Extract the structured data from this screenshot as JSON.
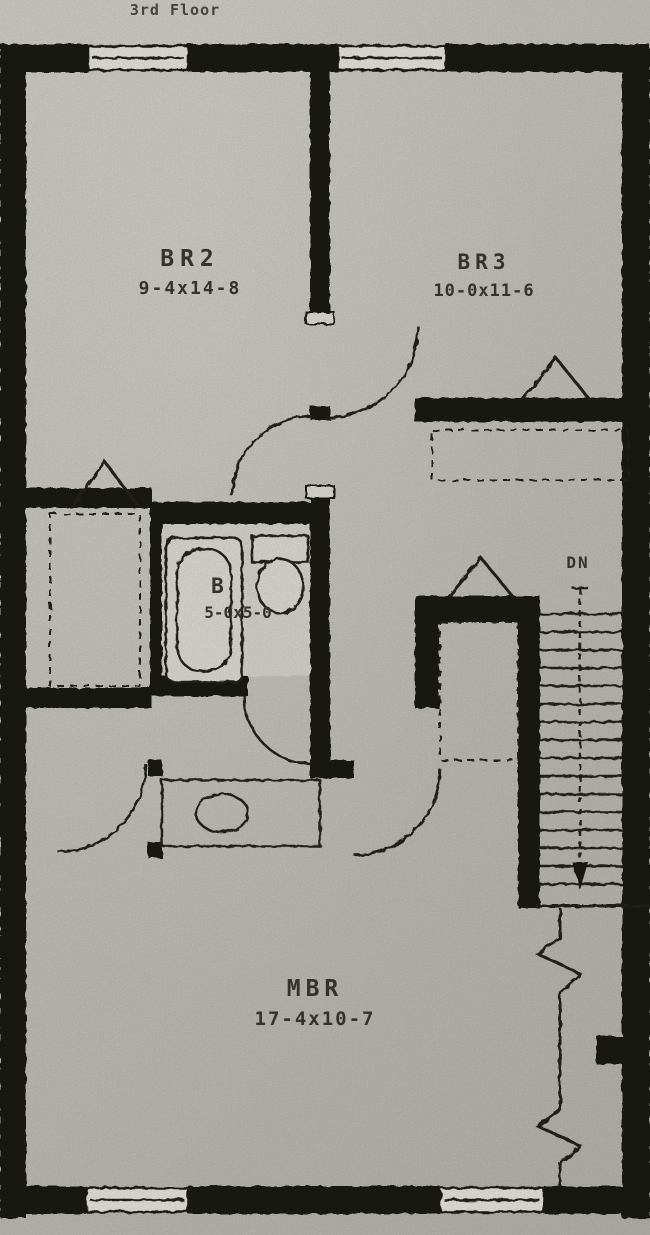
{
  "page": {
    "floor_label": "3rd Floor"
  },
  "rooms": {
    "br2": {
      "name": "BR2",
      "dims": "9-4x14-8"
    },
    "br3": {
      "name": "BR3",
      "dims": "10-0x11-6"
    },
    "bath": {
      "name": "B",
      "dims": "5-0x5-0"
    },
    "mbr": {
      "name": "MBR",
      "dims": "17-4x10-7"
    }
  },
  "stairs": {
    "label": "DN"
  },
  "colors": {
    "paper": "#cbc8c1",
    "ink": "#1d1b18",
    "line": "#26231f"
  }
}
